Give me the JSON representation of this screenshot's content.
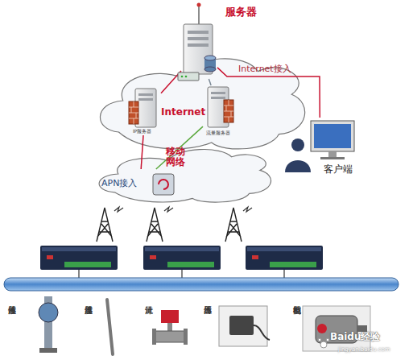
{
  "diagram": {
    "nodes": [
      {
        "text": [
          "服务器"
        ]
      },
      {
        "text": [
          "Internet"
        ]
      },
      {
        "text": [
          "IP服务器"
        ],
        "in": 1
      },
      {
        "text": [
          "流量服务器"
        ],
        "in": 1
      },
      {
        "text": [
          "移动网络"
        ]
      },
      {
        "text": [
          "APN接入"
        ],
        "in": 4
      },
      {
        "text": [
          "客户端"
        ]
      },
      {
        "text": [
          "液位传感器"
        ]
      },
      {
        "text": [
          "温度传感器"
        ]
      },
      {
        "text": [
          "流量计"
        ]
      },
      {
        "text": [
          "压力传感器"
        ]
      },
      {
        "text": [
          "电机控制器"
        ]
      }
    ],
    "edges": [
      {
        "from": 0,
        "to": 2,
        "arrow": "none"
      },
      {
        "from": 0,
        "to": 3,
        "arrow": "none"
      },
      {
        "from": 2,
        "to": 5,
        "arrow": "none"
      },
      {
        "from": 3,
        "to": 5,
        "arrow": "none"
      },
      {
        "from": 0,
        "to": 6,
        "label": "Internet接入",
        "arrow": "none"
      }
    ],
    "labels": [
      "Baidu经验",
      "jingyan.baidu.com"
    ]
  }
}
